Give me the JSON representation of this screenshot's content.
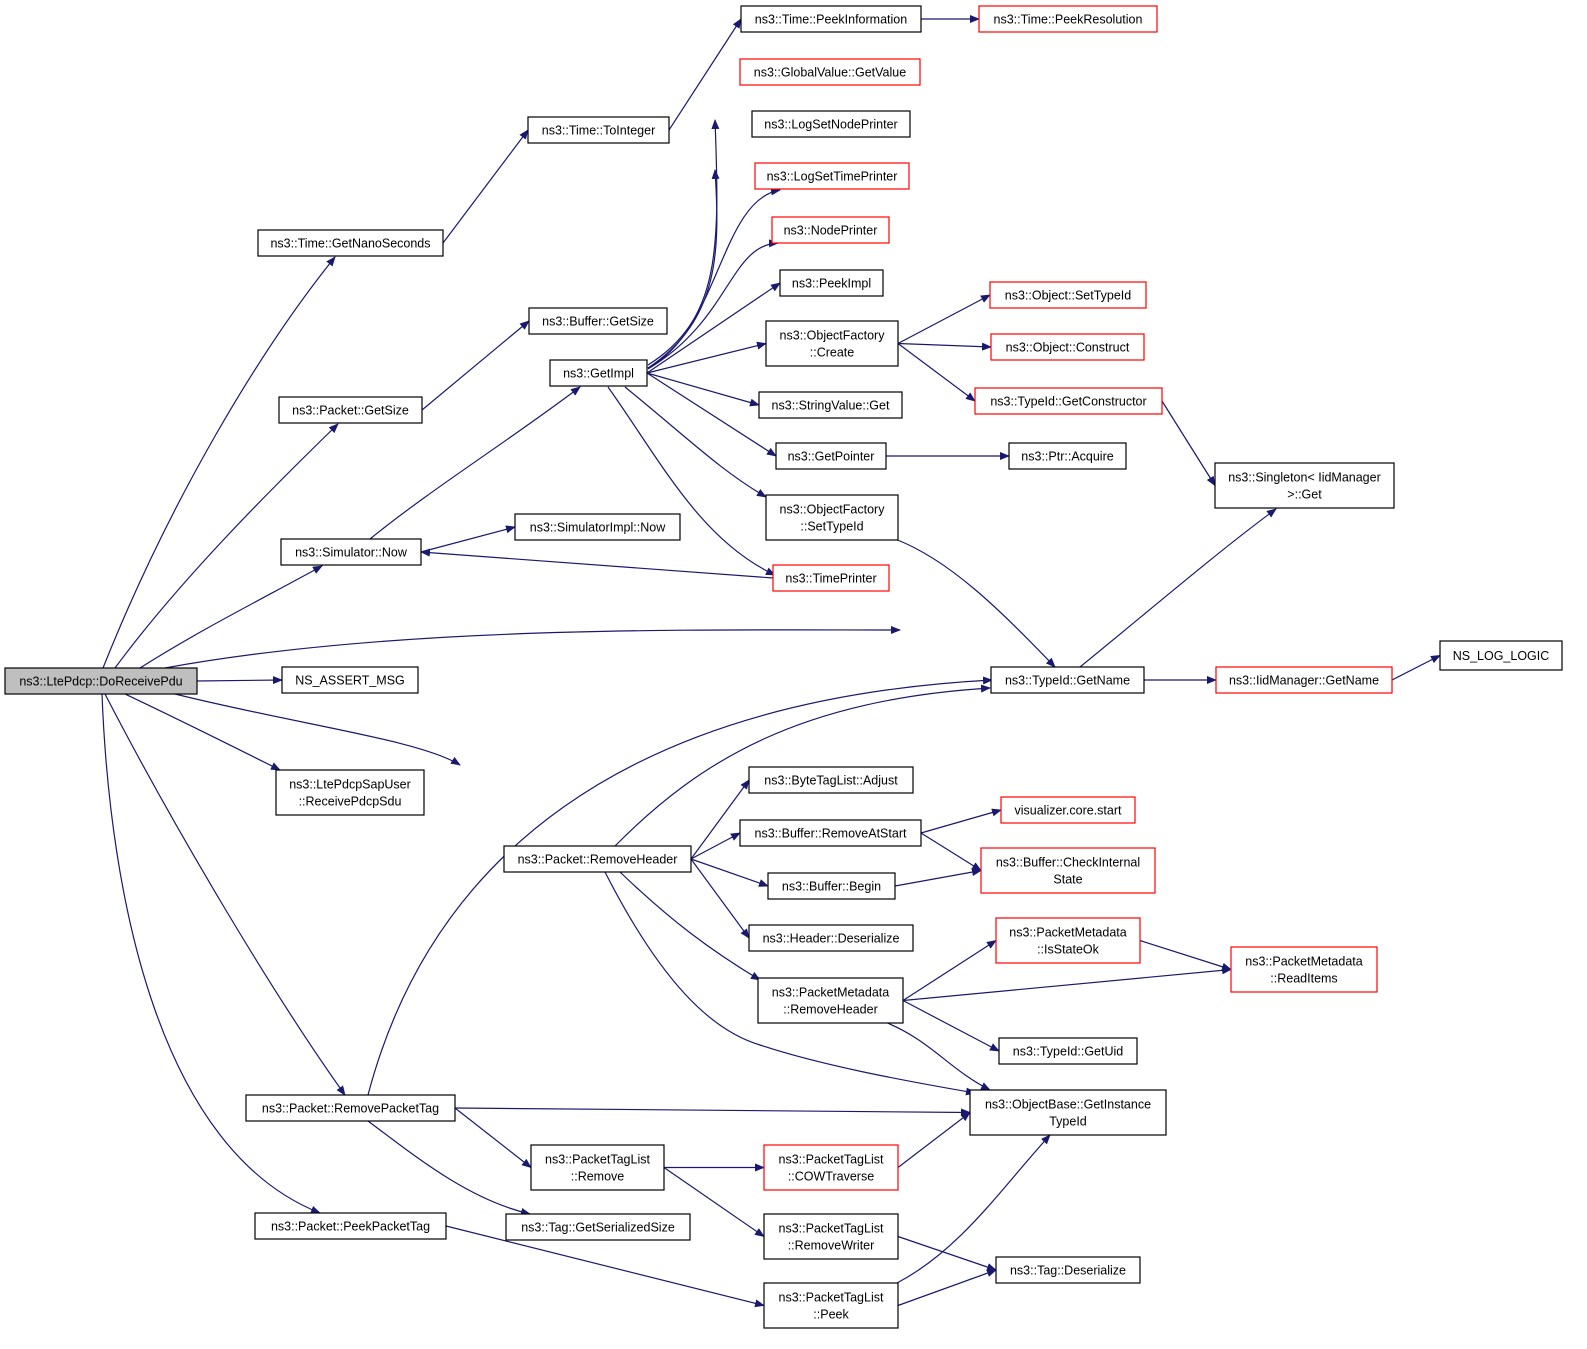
{
  "graph": {
    "type": "call-graph",
    "edge_color": "#191970",
    "node_border_default": "#000000",
    "node_border_link_missing": "#ff0000",
    "root_fill": "#bfbfbf",
    "nodes": {
      "root": {
        "lines": [
          "ns3::LtePdcp::DoReceivePdu"
        ],
        "style": "root"
      },
      "timeGetNano": {
        "lines": [
          "ns3::Time::GetNanoSeconds"
        ]
      },
      "timeToInt": {
        "lines": [
          "ns3::Time::ToInteger"
        ]
      },
      "timePeekInfo": {
        "lines": [
          "ns3::Time::PeekInformation"
        ]
      },
      "timePeekRes": {
        "lines": [
          "ns3::Time::PeekResolution"
        ],
        "style": "red"
      },
      "packetGetSize": {
        "lines": [
          "ns3::Packet::GetSize"
        ]
      },
      "bufferGetSize": {
        "lines": [
          "ns3::Buffer::GetSize"
        ]
      },
      "simNow": {
        "lines": [
          "ns3::Simulator::Now"
        ]
      },
      "getImpl": {
        "lines": [
          "ns3::GetImpl"
        ]
      },
      "simImplNow": {
        "lines": [
          "ns3::SimulatorImpl::Now"
        ]
      },
      "globalGetValue": {
        "lines": [
          "ns3::GlobalValue::GetValue"
        ],
        "style": "red"
      },
      "logSetNode": {
        "lines": [
          "ns3::LogSetNodePrinter"
        ]
      },
      "logSetTime": {
        "lines": [
          "ns3::LogSetTimePrinter"
        ],
        "style": "red"
      },
      "nodePrinter": {
        "lines": [
          "ns3::NodePrinter"
        ],
        "style": "red"
      },
      "peekImpl": {
        "lines": [
          "ns3::PeekImpl"
        ]
      },
      "ofCreate": {
        "lines": [
          "ns3::ObjectFactory",
          "::Create"
        ]
      },
      "stringGet": {
        "lines": [
          "ns3::StringValue::Get"
        ]
      },
      "getPointer": {
        "lines": [
          "ns3::GetPointer"
        ]
      },
      "ofSetTypeId": {
        "lines": [
          "ns3::ObjectFactory",
          "::SetTypeId"
        ]
      },
      "timePrinter": {
        "lines": [
          "ns3::TimePrinter"
        ],
        "style": "red"
      },
      "objSetTypeId": {
        "lines": [
          "ns3::Object::SetTypeId"
        ],
        "style": "red"
      },
      "objConstruct": {
        "lines": [
          "ns3::Object::Construct"
        ],
        "style": "red"
      },
      "typeIdGetCtor": {
        "lines": [
          "ns3::TypeId::GetConstructor"
        ],
        "style": "red"
      },
      "ptrAcquire": {
        "lines": [
          "ns3::Ptr::Acquire"
        ]
      },
      "singletonGet": {
        "lines": [
          "ns3::Singleton< IidManager",
          ">::Get"
        ]
      },
      "nsLogLogic": {
        "lines": [
          "NS_LOG_LOGIC"
        ]
      },
      "nsAssertMsg": {
        "lines": [
          "NS_ASSERT_MSG"
        ]
      },
      "typeIdGetName": {
        "lines": [
          "ns3::TypeId::GetName"
        ]
      },
      "iidGetName": {
        "lines": [
          "ns3::IidManager::GetName"
        ],
        "style": "red"
      },
      "sapReceive": {
        "lines": [
          "ns3::LtePdcpSapUser",
          "::ReceivePdcpSdu"
        ]
      },
      "pktRemoveHeader": {
        "lines": [
          "ns3::Packet::RemoveHeader"
        ]
      },
      "byteTagAdjust": {
        "lines": [
          "ns3::ByteTagList::Adjust"
        ]
      },
      "bufRemoveAtStart": {
        "lines": [
          "ns3::Buffer::RemoveAtStart"
        ]
      },
      "vizStart": {
        "lines": [
          "visualizer.core.start"
        ],
        "style": "red"
      },
      "bufCheckInternal": {
        "lines": [
          "ns3::Buffer::CheckInternal",
          "State"
        ],
        "style": "red"
      },
      "bufBegin": {
        "lines": [
          "ns3::Buffer::Begin"
        ]
      },
      "headerDeser": {
        "lines": [
          "ns3::Header::Deserialize"
        ]
      },
      "pmIsStateOk": {
        "lines": [
          "ns3::PacketMetadata",
          "::IsStateOk"
        ],
        "style": "red"
      },
      "pmReadItems": {
        "lines": [
          "ns3::PacketMetadata",
          "::ReadItems"
        ],
        "style": "red"
      },
      "pmRemoveHeader": {
        "lines": [
          "ns3::PacketMetadata",
          "::RemoveHeader"
        ]
      },
      "typeIdGetUid": {
        "lines": [
          "ns3::TypeId::GetUid"
        ]
      },
      "objBaseGetIT": {
        "lines": [
          "ns3::ObjectBase::GetInstance",
          "TypeId"
        ]
      },
      "pktRemovePktTag": {
        "lines": [
          "ns3::Packet::RemovePacketTag"
        ]
      },
      "ptlRemove": {
        "lines": [
          "ns3::PacketTagList",
          "::Remove"
        ]
      },
      "ptlCOW": {
        "lines": [
          "ns3::PacketTagList",
          "::COWTraverse"
        ],
        "style": "red"
      },
      "tagGetSerSize": {
        "lines": [
          "ns3::Tag::GetSerializedSize"
        ]
      },
      "ptlRemoveWriter": {
        "lines": [
          "ns3::PacketTagList",
          "::RemoveWriter"
        ]
      },
      "pktPeekPktTag": {
        "lines": [
          "ns3::Packet::PeekPacketTag"
        ]
      },
      "tagDeser": {
        "lines": [
          "ns3::Tag::Deserialize"
        ]
      },
      "ptlPeek": {
        "lines": [
          "ns3::PacketTagList",
          "::Peek"
        ]
      }
    },
    "edges": [
      [
        "root",
        "timeGetNano"
      ],
      [
        "root",
        "packetGetSize"
      ],
      [
        "root",
        "simNow"
      ],
      [
        "root",
        "nsLogLogic"
      ],
      [
        "root",
        "nsAssertMsg"
      ],
      [
        "root",
        "sapReceive"
      ],
      [
        "root",
        "pktRemoveHeader"
      ],
      [
        "root",
        "pktRemovePktTag"
      ],
      [
        "root",
        "pktPeekPktTag"
      ],
      [
        "timeGetNano",
        "timeToInt"
      ],
      [
        "timeToInt",
        "timePeekInfo"
      ],
      [
        "timePeekInfo",
        "timePeekRes"
      ],
      [
        "packetGetSize",
        "bufferGetSize"
      ],
      [
        "simNow",
        "getImpl"
      ],
      [
        "simNow",
        "simImplNow"
      ],
      [
        "getImpl",
        "globalGetValue"
      ],
      [
        "getImpl",
        "logSetNode"
      ],
      [
        "getImpl",
        "logSetTime"
      ],
      [
        "getImpl",
        "nodePrinter"
      ],
      [
        "getImpl",
        "peekImpl"
      ],
      [
        "getImpl",
        "ofCreate"
      ],
      [
        "getImpl",
        "stringGet"
      ],
      [
        "getImpl",
        "getPointer"
      ],
      [
        "getImpl",
        "ofSetTypeId"
      ],
      [
        "getImpl",
        "timePrinter"
      ],
      [
        "timePrinter",
        "simNow"
      ],
      [
        "ofCreate",
        "objSetTypeId"
      ],
      [
        "ofCreate",
        "objConstruct"
      ],
      [
        "ofCreate",
        "typeIdGetCtor"
      ],
      [
        "typeIdGetCtor",
        "singletonGet"
      ],
      [
        "getPointer",
        "ptrAcquire"
      ],
      [
        "ofSetTypeId",
        "typeIdGetName"
      ],
      [
        "typeIdGetName",
        "singletonGet"
      ],
      [
        "typeIdGetName",
        "iidGetName"
      ],
      [
        "iidGetName",
        "nsLogLogic"
      ],
      [
        "pktRemoveHeader",
        "typeIdGetName"
      ],
      [
        "pktRemoveHeader",
        "byteTagAdjust"
      ],
      [
        "pktRemoveHeader",
        "bufRemoveAtStart"
      ],
      [
        "pktRemoveHeader",
        "bufBegin"
      ],
      [
        "pktRemoveHeader",
        "headerDeser"
      ],
      [
        "pktRemoveHeader",
        "pmRemoveHeader"
      ],
      [
        "pktRemoveHeader",
        "objBaseGetIT"
      ],
      [
        "bufRemoveAtStart",
        "vizStart"
      ],
      [
        "bufRemoveAtStart",
        "bufCheckInternal"
      ],
      [
        "bufBegin",
        "bufCheckInternal"
      ],
      [
        "pmRemoveHeader",
        "pmIsStateOk"
      ],
      [
        "pmRemoveHeader",
        "pmReadItems"
      ],
      [
        "pmRemoveHeader",
        "typeIdGetUid"
      ],
      [
        "pmRemoveHeader",
        "objBaseGetIT"
      ],
      [
        "pmIsStateOk",
        "pmReadItems"
      ],
      [
        "pktRemovePktTag",
        "typeIdGetName"
      ],
      [
        "pktRemovePktTag",
        "objBaseGetIT"
      ],
      [
        "pktRemovePktTag",
        "ptlRemove"
      ],
      [
        "pktRemovePktTag",
        "tagGetSerSize"
      ],
      [
        "ptlRemove",
        "ptlCOW"
      ],
      [
        "ptlRemove",
        "ptlRemoveWriter"
      ],
      [
        "ptlCOW",
        "objBaseGetIT"
      ],
      [
        "ptlRemoveWriter",
        "tagDeser"
      ],
      [
        "pktPeekPktTag",
        "ptlPeek"
      ],
      [
        "ptlPeek",
        "tagDeser"
      ],
      [
        "ptlPeek",
        "objBaseGetIT"
      ]
    ]
  }
}
